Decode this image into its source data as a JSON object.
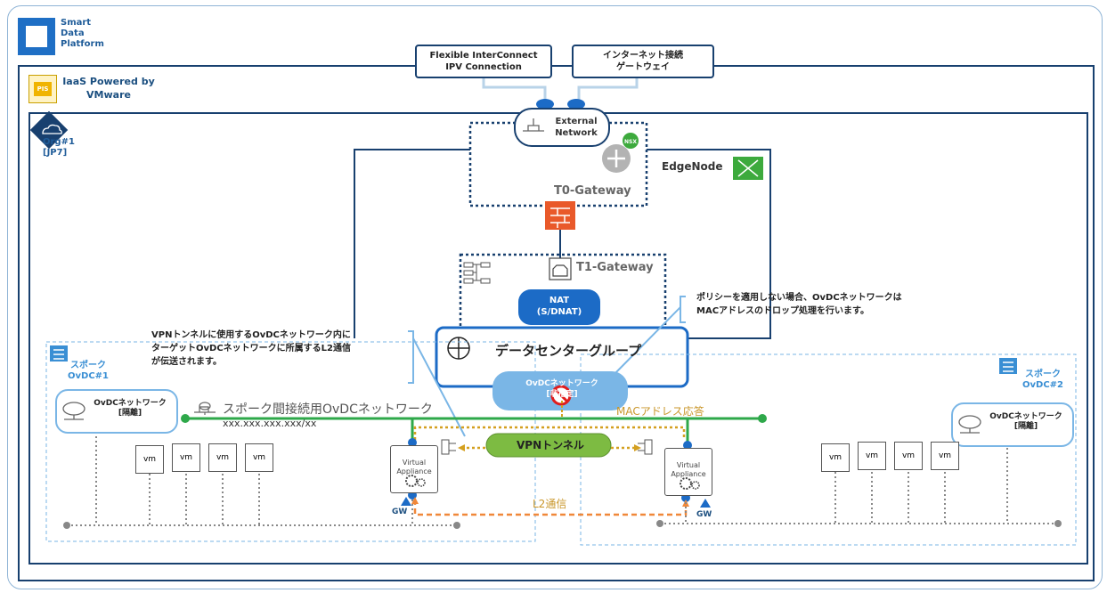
{
  "brand": {
    "logo_text": "Smart\nData\nPlatform"
  },
  "iaas": {
    "badge": "PIS",
    "title": "IaaS Powered by\nVMware"
  },
  "org": {
    "label": "Org#1\n[JP7]"
  },
  "external_links": {
    "fic": "Flexible InterConnect\nIPV Connection",
    "internet": "インターネット接続\nゲートウェイ"
  },
  "external_network": "External\nNetwork",
  "nsx_badge": "NSX",
  "edge_node": "EdgeNode",
  "t0_gateway": "T0-Gateway",
  "t1_gateway": "T1-Gateway",
  "nat": "NAT\n(S/DNAT)",
  "dc_group": "データセンターグループ",
  "dc_ovdc": "OvDCネットワーク\n[非指定]",
  "policy_note": "ポリシーを適用しない場合、OvDCネットワークは\nMACアドレスのドロップ処理を行います。",
  "vpn_note": "VPNトンネルに使用するOvDCネットワーク内に\nターゲットOvDCネットワークに所属するL2通信\nが伝送されます。",
  "spoke1": {
    "label": "スポーク\nOvDC#1",
    "ovdc": "OvDCネットワーク\n[隔離]"
  },
  "spoke2": {
    "label": "スポーク\nOvDC#2",
    "ovdc": "OvDCネットワーク\n[隔離]"
  },
  "interconnect": {
    "label": "スポーク間接続用OvDCネットワーク",
    "cidr": "xxx.xxx.xxx.xxx/xx"
  },
  "mac_response": "MACアドレス応答",
  "vpn_tunnel": "VPNトンネル",
  "l2": "L2通信",
  "virtual_appliance": "Virtual\nAppliance",
  "gw": "GW",
  "vm_label": "vm",
  "colors": {
    "navy": "#18406f",
    "green": "#2ea84a",
    "orange": "#f0883a",
    "gold": "#d4a020",
    "blue": "#3a8fd4",
    "tunnel": "#7dbb42"
  }
}
